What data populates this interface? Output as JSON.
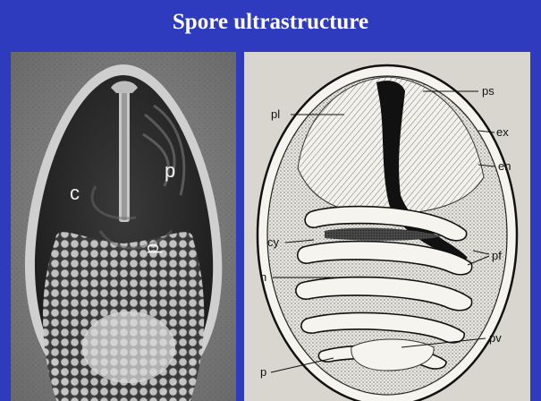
{
  "slide": {
    "title": "Spore ultrastructure",
    "background_color": "#2f3bbf",
    "title_color": "#ffffff"
  },
  "micrograph": {
    "image": "electron micrograph of a spore section",
    "labels": {
      "c": "c",
      "p": "p",
      "pl": "p"
    }
  },
  "diagram": {
    "image": "line drawing of spore ultrastructure",
    "labels": {
      "pl": "pl",
      "ps": "ps",
      "ex": "ex",
      "en": "en",
      "cy": "cy",
      "pf": "pf",
      "n": "n",
      "pv": "pv",
      "p": "p"
    }
  }
}
